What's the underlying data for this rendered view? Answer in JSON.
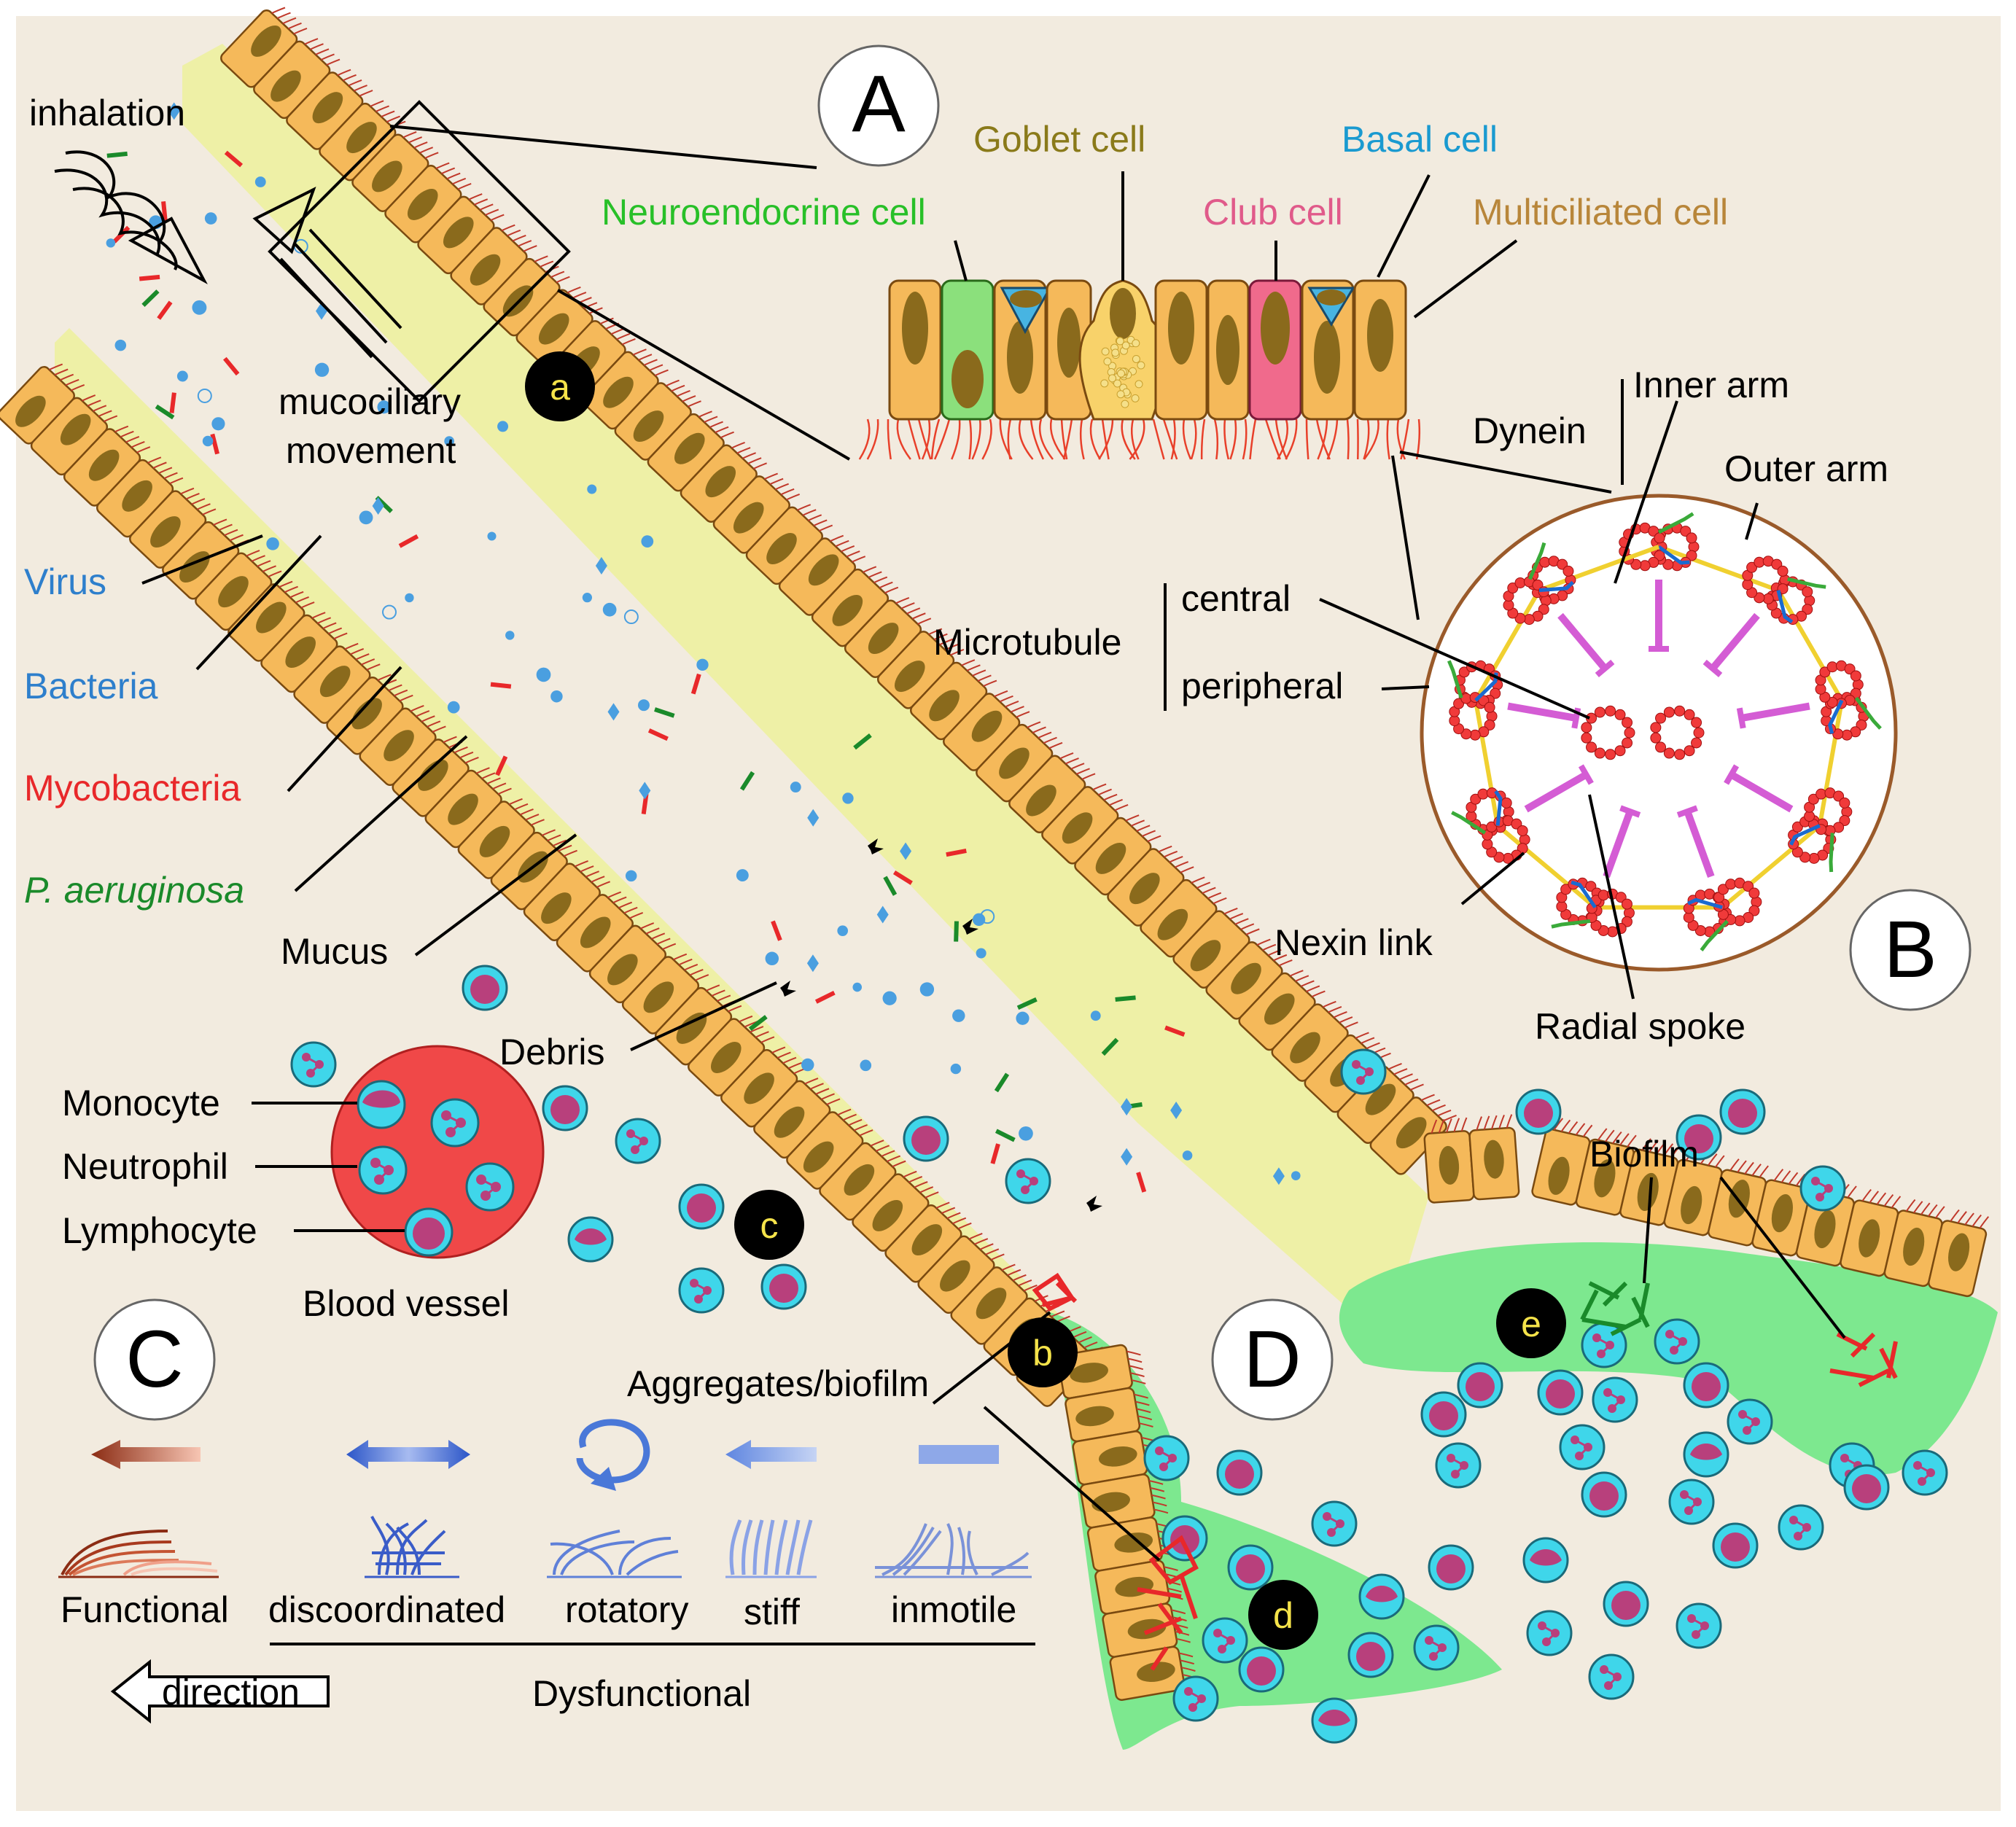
{
  "panels": {
    "A": "A",
    "B": "B",
    "C": "C",
    "D": "D"
  },
  "markers": {
    "a": "a",
    "b": "b",
    "c": "c",
    "d": "d",
    "e": "e"
  },
  "left_labels": {
    "inhalation": "inhalation",
    "mucociliary_line1": "mucociliary",
    "mucociliary_line2": "movement",
    "virus": "Virus",
    "bacteria": "Bacteria",
    "mycobacteria": "Mycobacteria",
    "p_aeruginosa": "P. aeruginosa",
    "mucus": "Mucus",
    "debris": "Debris"
  },
  "blood": {
    "monocyte": "Monocyte",
    "neutrophil": "Neutrophil",
    "lymphocyte": "Lymphocyte",
    "vessel": "Blood vessel"
  },
  "cell_types": {
    "goblet": "Goblet cell",
    "basal": "Basal cell",
    "neuroendocrine": "Neuroendocrine cell",
    "club": "Club cell",
    "multiciliated": "Multiciliated cell"
  },
  "axoneme": {
    "dynein": "Dynein",
    "inner_arm": "Inner arm",
    "outer_arm": "Outer arm",
    "microtubule": "Microtubule",
    "central": "central",
    "peripheral": "peripheral",
    "nexin": "Nexin link",
    "radial_spoke": "Radial spoke"
  },
  "pathology": {
    "biofilm": "Biofilm",
    "aggregates": "Aggregates/biofilm"
  },
  "cilia_legend": {
    "functional": "Functional",
    "discoordinated": "discoordinated",
    "rotatory": "rotatory",
    "stiff": "stiff",
    "inmotile": "inmotile",
    "dysfunctional": "Dysfunctional",
    "direction": "direction"
  },
  "colors": {
    "background": "#f2ebdf",
    "cell_fill": "#f5b95a",
    "nucleus": "#8a6a1c",
    "mucus": "#eef0a6",
    "biofilm_green": "#7de88f",
    "virus_blue": "#4a9fe0",
    "mycobacteria_red": "#e8282a",
    "p_aeruginosa_green": "#1a8a2a",
    "blood_red": "#f04848",
    "immune_cyan": "#3fd6ea",
    "immune_nucleus": "#b8407c",
    "club_pink": "#f06a8c",
    "neuro_green": "#8be07c",
    "basal_cyan": "#47b4e2",
    "spoke_magenta": "#d45cd4",
    "text_goblet": "#8a7a1a",
    "text_basal": "#1a9ad0",
    "text_neuro": "#28c028",
    "text_club": "#e05a8a",
    "text_multi": "#b8863a"
  }
}
